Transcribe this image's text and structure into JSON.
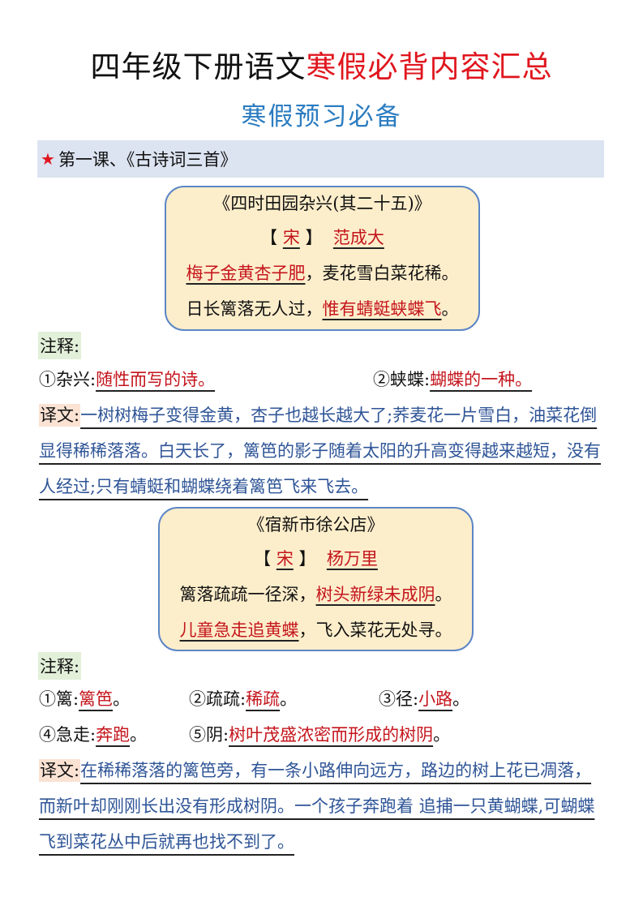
{
  "header": {
    "title_black": "四年级下册语文",
    "title_red": "寒假必背内容汇总",
    "subtitle": "寒假预习必备"
  },
  "section": {
    "star_icon": "★",
    "label": "第一课、《古诗词三首》"
  },
  "poems": [
    {
      "title": "《四时田园杂兴(其二十五)》",
      "dynasty_open": "【",
      "dynasty": "宋",
      "dynasty_close": "】",
      "author": "范成大",
      "lines": [
        {
          "red": "梅子金黄杏子肥",
          "mid": "，",
          "black": "麦花雪白菜花稀。",
          "order": "red-first"
        },
        {
          "black": "日长篱落无人过，",
          "red": "惟有蜻蜓蛱蝶飞",
          "tail": "。",
          "order": "black-first"
        }
      ],
      "notes_label": "注释:",
      "notes": [
        {
          "term": "①杂兴:",
          "meaning": "随性而写的诗。"
        },
        {
          "term": "②蛱蝶:",
          "meaning": "蝴蝶的一种。"
        }
      ],
      "translation_label": "译文:",
      "translation": "一树树梅子变得金黄，杏子也越长越大了;荞麦花一片雪白，油菜花倒显得稀稀落落。白天长了，篱笆的影子随着太阳的升高变得越来越短，没有人经过;只有蜻蜓和蝴蝶绕着篱笆飞来飞去。"
    },
    {
      "title": "《宿新市徐公店》",
      "dynasty_open": "【",
      "dynasty": "宋",
      "dynasty_close": "】",
      "author": "杨万里",
      "lines": [
        {
          "black": "篱落疏疏一径深，",
          "red": "树头新绿未成阴",
          "tail": "。",
          "order": "black-first"
        },
        {
          "red": "儿童急走追黄蝶",
          "mid": "，",
          "black": "飞入菜花无处寻。",
          "order": "red-first"
        }
      ],
      "notes_label": "注释:",
      "notes": [
        {
          "term": "①篱:",
          "meaning": "篱笆",
          "tail": "。"
        },
        {
          "term": "②疏疏:",
          "meaning": "稀疏",
          "tail": "。"
        },
        {
          "term": "③径:",
          "meaning": "小路",
          "tail": "。"
        },
        {
          "term": "④急走:",
          "meaning": "奔跑",
          "tail": "。"
        },
        {
          "term": "⑤阴:",
          "meaning": "树叶茂盛浓密而形成的树阴",
          "tail": "。"
        }
      ],
      "translation_label": "译文:",
      "translation": "在稀稀落落的篱笆旁，有一条小路伸向远方，路边的树上花已凋落，而新叶却刚刚长出没有形成树阴。一个孩子奔跑着 追捕一只黄蝴蝶,可蝴蝶飞到菜花丛中后就再也找不到了。"
    }
  ],
  "colors": {
    "title_red": "#e0161e",
    "subtitle_blue": "#2b7cc0",
    "section_bg": "#dce3f1",
    "poem_box_bg": "#fdeecb",
    "poem_box_border": "#5b86c6",
    "annotation_red": "#c4151c",
    "translation_blue": "#2f5597",
    "notes_label_bg": "#e2efd9",
    "translation_label_bg": "#fbe2d3"
  }
}
